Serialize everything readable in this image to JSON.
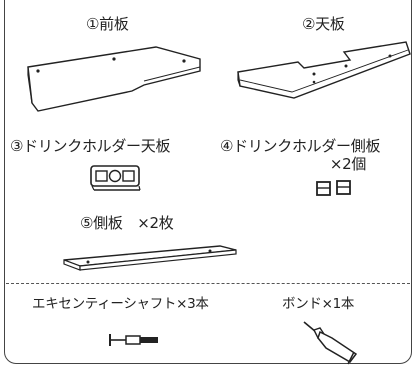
{
  "parts": {
    "front_panel": "①前板",
    "top_panel": "②天板",
    "drink_holder_top": "③ドリンクホルダー天板",
    "drink_holder_side": "④ドリンクホルダー側板",
    "drink_holder_side_qty": "×2個",
    "side_panel": "⑤側板　×2枚",
    "eccentric_shaft": "エキセンティーシャフト×3本",
    "bond": "ボンド×1本"
  }
}
